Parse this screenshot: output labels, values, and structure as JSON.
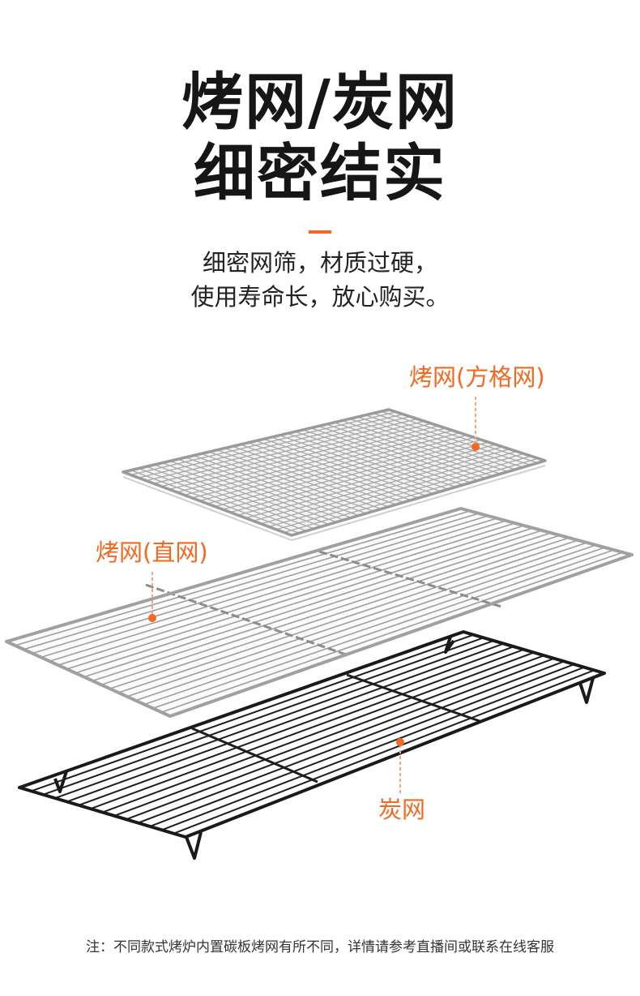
{
  "heading": {
    "line1": "烤网/炭网",
    "line2": "细密结实",
    "accent_color": "#f26a21"
  },
  "description": {
    "line1": "细密网筛，材质过硬，",
    "line2": "使用寿命长，放心购买。"
  },
  "callouts": {
    "square_grid": "烤网(方格网)",
    "straight_grid": "烤网(直网)",
    "charcoal_grid": "炭网"
  },
  "footnote": "注：不同款式烤炉内置碳板烤网有所不同，详情请参考直播间或联系在线客服"
}
